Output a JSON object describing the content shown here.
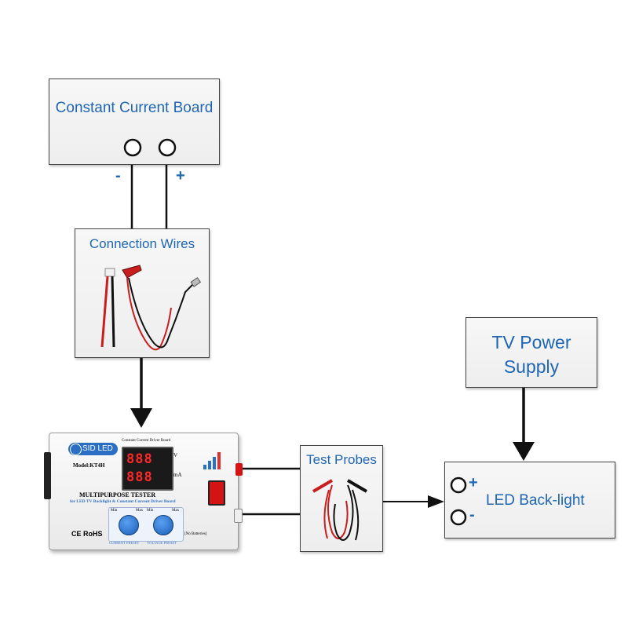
{
  "boxes": {
    "constant_current_board": {
      "title": "Constant Current Board",
      "minus": "-",
      "plus": "+"
    },
    "connection_wires": {
      "title": "Connection Wires"
    },
    "tv_power_supply": {
      "title_line1": "TV Power",
      "title_line2": "Supply"
    },
    "test_probes": {
      "title": "Test Probes"
    },
    "led_backlight": {
      "title": "LED Back-light",
      "plus": "+",
      "minus": "-"
    }
  },
  "device": {
    "brand": "SID LED",
    "model": "Model:KT4H",
    "display_label": "Constant Current Driver Board",
    "unit_voltage": "V",
    "unit_current": "mA",
    "display_voltage": "888",
    "display_current": "888",
    "name": "MULTIPURPOSE TESTER",
    "subtitle": "for LED TV Backlight & Constant Current Driver Board",
    "knob_label_min": "Min",
    "knob_label_max": "Max",
    "label_current": "CURRENT PRESET",
    "label_voltage": "VOLTAGE PRESET",
    "note": "[No Batteries]",
    "marks": "CE RoHS"
  },
  "colors": {
    "title_blue": "#1f66b3",
    "wire_red": "#c81e1e",
    "wire_black": "#111111",
    "box_border": "#444444"
  }
}
